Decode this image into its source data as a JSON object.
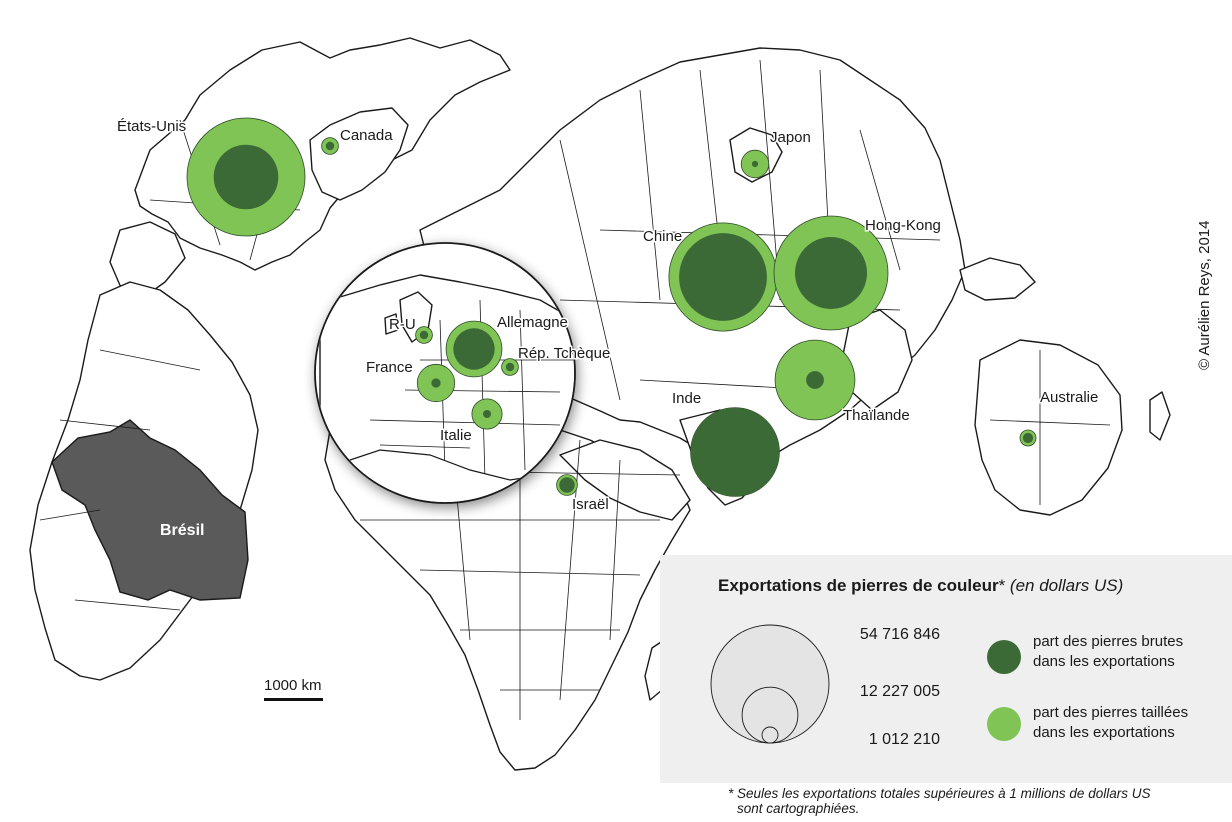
{
  "colors": {
    "raw": "#3b6a36",
    "cut": "#7fc454",
    "brazil": "#5a5a5a",
    "legend_background": "#efefef"
  },
  "map": {
    "highlight_country": "Brésil",
    "scale_label": "1000 km",
    "credit": "© Aurélien Reys, 2014"
  },
  "countries": [
    {
      "name": "États-Unis",
      "total": 54716846,
      "raw_share": 0.3
    },
    {
      "name": "Canada",
      "total": 1100000,
      "raw_share": 0.25
    },
    {
      "name": "Japon",
      "total": 3000000,
      "raw_share": 0.05
    },
    {
      "name": "Chine",
      "total": 46000000,
      "raw_share": 0.66
    },
    {
      "name": "Hong-Kong",
      "total": 51000000,
      "raw_share": 0.4
    },
    {
      "name": "Thaïlande",
      "total": 25000000,
      "raw_share": 0.05
    },
    {
      "name": "Inde",
      "total": 31000000,
      "raw_share": 1.0
    },
    {
      "name": "Australie",
      "total": 1012210,
      "raw_share": 0.4
    },
    {
      "name": "Israël",
      "total": 1700000,
      "raw_share": 0.55
    },
    {
      "name": "Allemagne",
      "total": 12227005,
      "raw_share": 0.55
    },
    {
      "name": "R-U",
      "total": 1100000,
      "raw_share": 0.25
    },
    {
      "name": "Rép. Tchèque",
      "total": 1100000,
      "raw_share": 0.25
    },
    {
      "name": "France",
      "total": 5500000,
      "raw_share": 0.06
    },
    {
      "name": "Italie",
      "total": 3600000,
      "raw_share": 0.07
    }
  ],
  "legend": {
    "title_bold": "Exportations de pierres de couleur",
    "title_star": "*",
    "title_unit": " (en dollars US)",
    "sizes": [
      54716846,
      12227005,
      1012210
    ],
    "size_labels": [
      "54 716 846",
      "12 227 005",
      "1 012 210"
    ],
    "raw_label_1": "part des pierres brutes",
    "raw_label_2": "dans les exportations",
    "cut_label_1": "part des pierres taillées",
    "cut_label_2": "dans les exportations"
  },
  "footnote_line1": "* Seules les exportations totales supérieures à 1 millions de dollars US",
  "footnote_line2": "sont cartographiées."
}
